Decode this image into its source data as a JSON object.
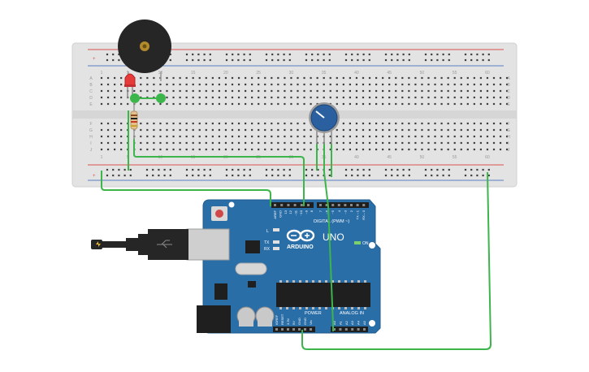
{
  "breadboard": {
    "column_numbers": [
      "1",
      "5",
      "10",
      "15",
      "20",
      "25",
      "30",
      "35",
      "40",
      "45",
      "50",
      "55",
      "60"
    ],
    "row_letters_top": [
      "A",
      "B",
      "C",
      "D",
      "E"
    ],
    "row_letters_bottom": [
      "F",
      "G",
      "H",
      "I",
      "J"
    ],
    "rail_plus": "+",
    "rail_minus": "-"
  },
  "arduino": {
    "logo_text": "ARDUINO",
    "model_text": "UNO",
    "on_label": "ON",
    "digital_label": "DIGITAL (PWM ~)",
    "power_label": "POWER",
    "analog_label": "ANALOG IN",
    "led_l": "L",
    "led_tx": "TX",
    "led_rx": "RX",
    "digital_pins": [
      "AREF",
      "GND",
      "13",
      "12",
      "~11",
      "~10",
      "~9",
      "8",
      "7",
      "~6",
      "~5",
      "4",
      "~3",
      "2",
      "TX→1",
      "RX←0"
    ],
    "power_pins": [
      "IOREF",
      "RESET",
      "3.3V",
      "5V",
      "GND",
      "GND",
      "Vin"
    ],
    "analog_pins": [
      "A0",
      "A1",
      "A2",
      "A3",
      "A4",
      "A5"
    ]
  },
  "colors": {
    "wire": "#3cb54a",
    "board": "#2a6ea8",
    "breadboard": "#e5e5e5",
    "hole": "#3f3f3f",
    "rail_red": "#d9534f",
    "rail_blue": "#5b7fc0",
    "buzzer": "#2b2b2b",
    "pot": "#2a5fa0"
  },
  "components": {
    "buzzer": "piezo-buzzer",
    "led": "red-led",
    "resistor": "resistor",
    "potentiometer": "potentiometer",
    "usb": "usb-cable"
  }
}
